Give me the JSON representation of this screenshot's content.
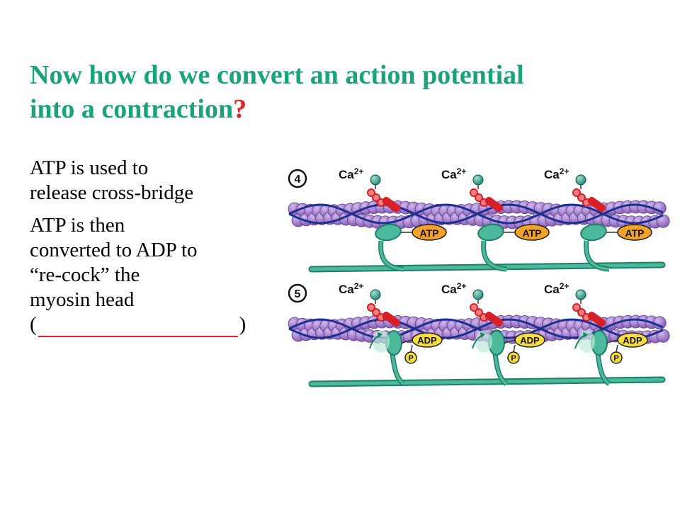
{
  "title": {
    "line1": "Now how do we convert an action potential",
    "line2_prefix": "into a contraction",
    "line2_mark": "?"
  },
  "text": {
    "para1_line1": "ATP is used to",
    "para1_line2": "release cross-bridge",
    "para2_line1": "ATP is then",
    "para2_line2": "converted to ADP to",
    "para2_line3": "“re-cock” the",
    "para2_line4": "myosin head",
    "blank_open": "(",
    "blank_close": ")"
  },
  "diagram": {
    "step4": {
      "number": "4",
      "calcium_labels": [
        "Ca2+",
        "Ca2+",
        "Ca2+"
      ],
      "nucleotide_labels": [
        "ATP",
        "ATP",
        "ATP"
      ]
    },
    "step5": {
      "number": "5",
      "calcium_labels": [
        "Ca2+",
        "Ca2+",
        "Ca2+"
      ],
      "nucleotide_labels": [
        "ADP",
        "ADP",
        "ADP"
      ],
      "phosphate_labels": [
        "P",
        "P",
        "P"
      ]
    },
    "colors": {
      "actin_bead": "#8a5fb8",
      "actin_bead_light": "#d2b8ee",
      "tropomyosin": "#1f2f8f",
      "troponin": "#d61f26",
      "troponin_light": "#f08080",
      "myosin": "#4cb89c",
      "myosin_dark": "#1d7f68",
      "atp_fill": "#f2a229",
      "adp_fill": "#f6dc3c",
      "calcium_ion": "#2a8a7a"
    }
  }
}
